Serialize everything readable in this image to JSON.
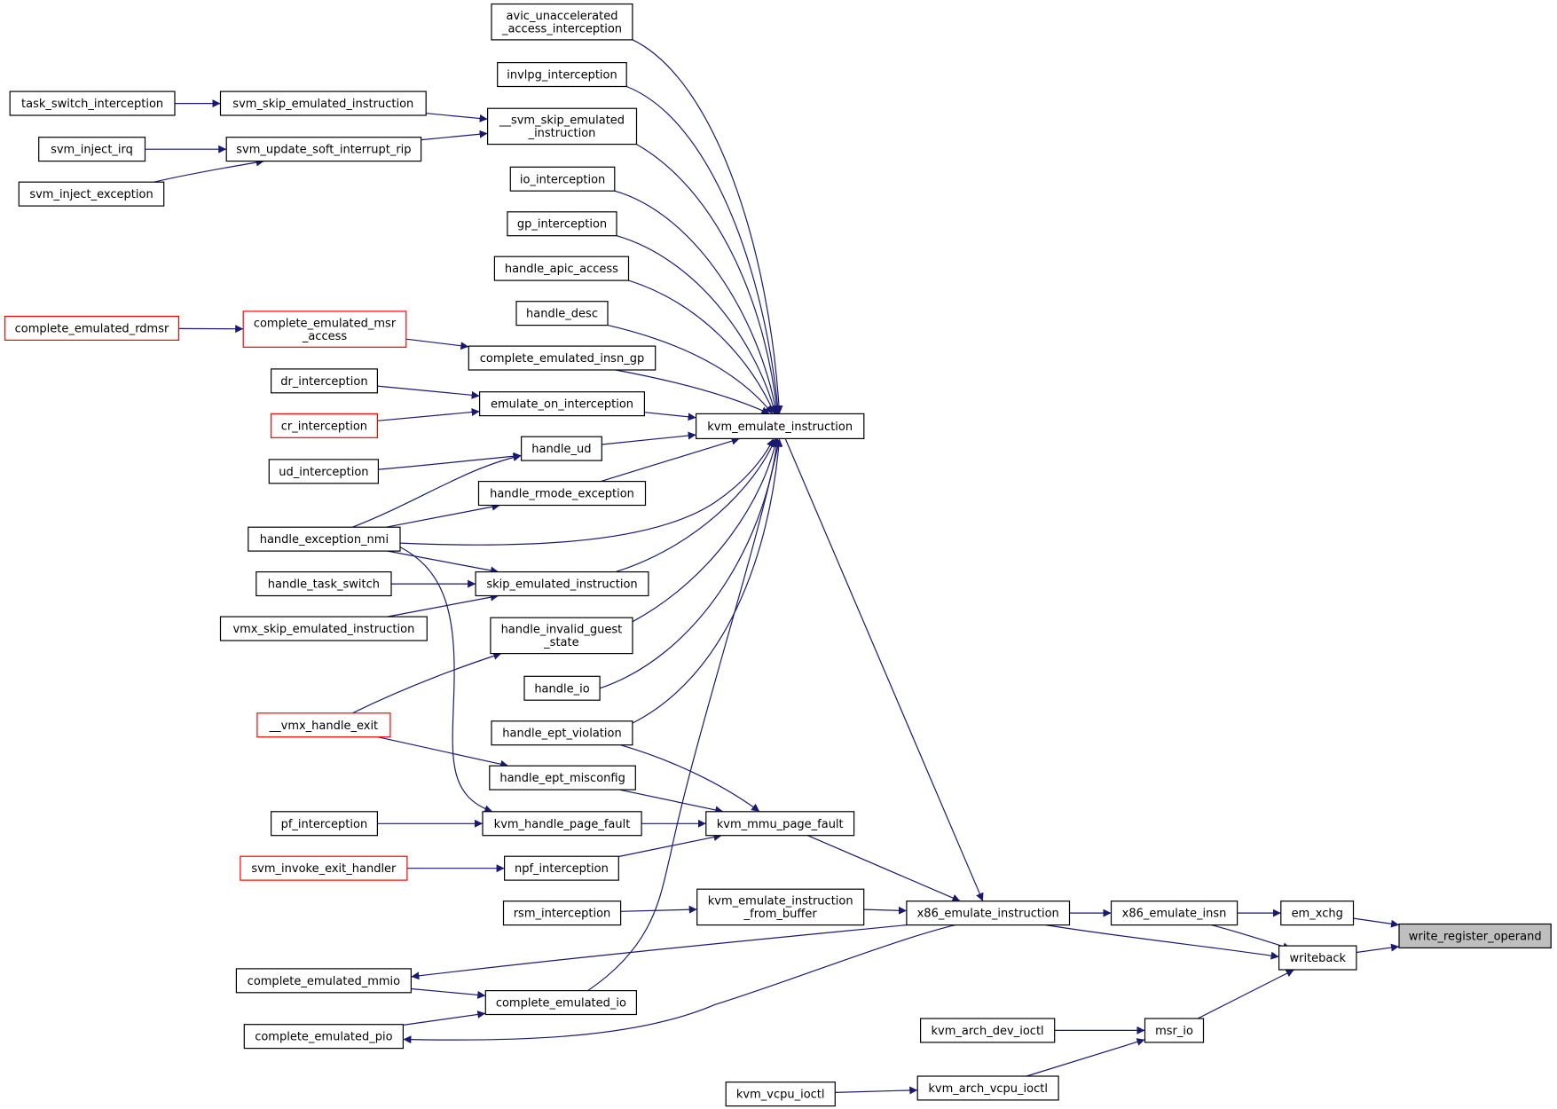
{
  "colors": {
    "edge": "#191970",
    "node_border": "#000000",
    "node_border_red": "#ff0000",
    "node_fill": "#ffffff",
    "root_fill": "#bfbfbf"
  },
  "nodes": [
    {
      "id": "write_register_operand",
      "lines": [
        "write_register_operand"
      ],
      "style": "root"
    },
    {
      "id": "em_xchg",
      "lines": [
        "em_xchg"
      ],
      "style": "normal"
    },
    {
      "id": "writeback",
      "lines": [
        "writeback"
      ],
      "style": "normal"
    },
    {
      "id": "x86_emulate_insn",
      "lines": [
        "x86_emulate_insn"
      ],
      "style": "normal"
    },
    {
      "id": "msr_io",
      "lines": [
        "msr_io"
      ],
      "style": "normal"
    },
    {
      "id": "x86_emulate_instruction",
      "lines": [
        "x86_emulate_instruction"
      ],
      "style": "normal"
    },
    {
      "id": "kvm_arch_dev_ioctl",
      "lines": [
        "kvm_arch_dev_ioctl"
      ],
      "style": "normal"
    },
    {
      "id": "kvm_arch_vcpu_ioctl",
      "lines": [
        "kvm_arch_vcpu_ioctl"
      ],
      "style": "normal"
    },
    {
      "id": "kvm_vcpu_ioctl",
      "lines": [
        "kvm_vcpu_ioctl"
      ],
      "style": "normal"
    },
    {
      "id": "kvm_emulate_instruction",
      "lines": [
        "kvm_emulate_instruction"
      ],
      "style": "normal"
    },
    {
      "id": "kvm_mmu_page_fault",
      "lines": [
        "kvm_mmu_page_fault"
      ],
      "style": "normal"
    },
    {
      "id": "kvm_emulate_instruction_from_buffer",
      "lines": [
        "kvm_emulate_instruction",
        "_from_buffer"
      ],
      "style": "normal"
    },
    {
      "id": "complete_emulated_mmio",
      "lines": [
        "complete_emulated_mmio"
      ],
      "style": "normal"
    },
    {
      "id": "complete_emulated_pio",
      "lines": [
        "complete_emulated_pio"
      ],
      "style": "normal"
    },
    {
      "id": "complete_emulated_io",
      "lines": [
        "complete_emulated_io"
      ],
      "style": "normal"
    },
    {
      "id": "avic_unaccelerated_access_interception",
      "lines": [
        "avic_unaccelerated",
        "_access_interception"
      ],
      "style": "normal"
    },
    {
      "id": "invlpg_interception",
      "lines": [
        "invlpg_interception"
      ],
      "style": "normal"
    },
    {
      "id": "__svm_skip_emulated_instruction",
      "lines": [
        "__svm_skip_emulated",
        "_instruction"
      ],
      "style": "normal"
    },
    {
      "id": "io_interception",
      "lines": [
        "io_interception"
      ],
      "style": "normal"
    },
    {
      "id": "gp_interception",
      "lines": [
        "gp_interception"
      ],
      "style": "normal"
    },
    {
      "id": "handle_apic_access",
      "lines": [
        "handle_apic_access"
      ],
      "style": "normal"
    },
    {
      "id": "handle_desc",
      "lines": [
        "handle_desc"
      ],
      "style": "normal"
    },
    {
      "id": "complete_emulated_insn_gp",
      "lines": [
        "complete_emulated_insn_gp"
      ],
      "style": "normal"
    },
    {
      "id": "emulate_on_interception",
      "lines": [
        "emulate_on_interception"
      ],
      "style": "normal"
    },
    {
      "id": "handle_ud",
      "lines": [
        "handle_ud"
      ],
      "style": "normal"
    },
    {
      "id": "handle_rmode_exception",
      "lines": [
        "handle_rmode_exception"
      ],
      "style": "normal"
    },
    {
      "id": "skip_emulated_instruction",
      "lines": [
        "skip_emulated_instruction"
      ],
      "style": "normal"
    },
    {
      "id": "handle_invalid_guest_state",
      "lines": [
        "handle_invalid_guest",
        "_state"
      ],
      "style": "normal"
    },
    {
      "id": "handle_io",
      "lines": [
        "handle_io"
      ],
      "style": "normal"
    },
    {
      "id": "handle_ept_violation",
      "lines": [
        "handle_ept_violation"
      ],
      "style": "normal"
    },
    {
      "id": "handle_ept_misconfig",
      "lines": [
        "handle_ept_misconfig"
      ],
      "style": "normal"
    },
    {
      "id": "kvm_handle_page_fault",
      "lines": [
        "kvm_handle_page_fault"
      ],
      "style": "normal"
    },
    {
      "id": "npf_interception",
      "lines": [
        "npf_interception"
      ],
      "style": "normal"
    },
    {
      "id": "rsm_interception",
      "lines": [
        "rsm_interception"
      ],
      "style": "normal"
    },
    {
      "id": "svm_skip_emulated_instruction",
      "lines": [
        "svm_skip_emulated_instruction"
      ],
      "style": "normal"
    },
    {
      "id": "svm_update_soft_interrupt_rip",
      "lines": [
        "svm_update_soft_interrupt_rip"
      ],
      "style": "normal"
    },
    {
      "id": "complete_emulated_msr_access",
      "lines": [
        "complete_emulated_msr",
        "_access"
      ],
      "style": "red"
    },
    {
      "id": "dr_interception",
      "lines": [
        "dr_interception"
      ],
      "style": "normal"
    },
    {
      "id": "cr_interception",
      "lines": [
        "cr_interception"
      ],
      "style": "red"
    },
    {
      "id": "ud_interception",
      "lines": [
        "ud_interception"
      ],
      "style": "normal"
    },
    {
      "id": "handle_exception_nmi",
      "lines": [
        "handle_exception_nmi"
      ],
      "style": "normal"
    },
    {
      "id": "handle_task_switch",
      "lines": [
        "handle_task_switch"
      ],
      "style": "normal"
    },
    {
      "id": "vmx_skip_emulated_instruction",
      "lines": [
        "vmx_skip_emulated_instruction"
      ],
      "style": "normal"
    },
    {
      "id": "__vmx_handle_exit",
      "lines": [
        "__vmx_handle_exit"
      ],
      "style": "red"
    },
    {
      "id": "pf_interception",
      "lines": [
        "pf_interception"
      ],
      "style": "normal"
    },
    {
      "id": "svm_invoke_exit_handler",
      "lines": [
        "svm_invoke_exit_handler"
      ],
      "style": "red"
    },
    {
      "id": "task_switch_interception",
      "lines": [
        "task_switch_interception"
      ],
      "style": "normal"
    },
    {
      "id": "svm_inject_irq",
      "lines": [
        "svm_inject_irq"
      ],
      "style": "normal"
    },
    {
      "id": "svm_inject_exception",
      "lines": [
        "svm_inject_exception"
      ],
      "style": "normal"
    },
    {
      "id": "complete_emulated_rdmsr",
      "lines": [
        "complete_emulated_rdmsr"
      ],
      "style": "red"
    }
  ],
  "edges": [
    {
      "from": "em_xchg",
      "to": "write_register_operand"
    },
    {
      "from": "writeback",
      "to": "write_register_operand"
    },
    {
      "from": "x86_emulate_insn",
      "to": "em_xchg"
    },
    {
      "from": "x86_emulate_insn",
      "to": "writeback"
    },
    {
      "from": "x86_emulate_instruction",
      "to": "writeback"
    },
    {
      "from": "msr_io",
      "to": "writeback"
    },
    {
      "from": "x86_emulate_instruction",
      "to": "x86_emulate_insn"
    },
    {
      "from": "kvm_arch_dev_ioctl",
      "to": "msr_io"
    },
    {
      "from": "kvm_arch_vcpu_ioctl",
      "to": "msr_io"
    },
    {
      "from": "kvm_vcpu_ioctl",
      "to": "kvm_arch_vcpu_ioctl"
    },
    {
      "from": "kvm_emulate_instruction",
      "to": "x86_emulate_instruction"
    },
    {
      "from": "kvm_mmu_page_fault",
      "to": "x86_emulate_instruction"
    },
    {
      "from": "kvm_emulate_instruction_from_buffer",
      "to": "x86_emulate_instruction"
    },
    {
      "from": "x86_emulate_instruction",
      "to": "complete_emulated_mmio"
    },
    {
      "from": "x86_emulate_instruction",
      "to": "complete_emulated_pio"
    },
    {
      "from": "avic_unaccelerated_access_interception",
      "to": "kvm_emulate_instruction"
    },
    {
      "from": "invlpg_interception",
      "to": "kvm_emulate_instruction"
    },
    {
      "from": "__svm_skip_emulated_instruction",
      "to": "kvm_emulate_instruction"
    },
    {
      "from": "io_interception",
      "to": "kvm_emulate_instruction"
    },
    {
      "from": "gp_interception",
      "to": "kvm_emulate_instruction"
    },
    {
      "from": "handle_apic_access",
      "to": "kvm_emulate_instruction"
    },
    {
      "from": "handle_desc",
      "to": "kvm_emulate_instruction"
    },
    {
      "from": "complete_emulated_insn_gp",
      "to": "kvm_emulate_instruction"
    },
    {
      "from": "emulate_on_interception",
      "to": "kvm_emulate_instruction"
    },
    {
      "from": "handle_ud",
      "to": "kvm_emulate_instruction"
    },
    {
      "from": "handle_rmode_exception",
      "to": "kvm_emulate_instruction"
    },
    {
      "from": "handle_exception_nmi",
      "to": "kvm_emulate_instruction"
    },
    {
      "from": "skip_emulated_instruction",
      "to": "kvm_emulate_instruction"
    },
    {
      "from": "handle_invalid_guest_state",
      "to": "kvm_emulate_instruction"
    },
    {
      "from": "handle_io",
      "to": "kvm_emulate_instruction"
    },
    {
      "from": "handle_ept_violation",
      "to": "kvm_emulate_instruction"
    },
    {
      "from": "complete_emulated_io",
      "to": "kvm_emulate_instruction"
    },
    {
      "from": "handle_ept_violation",
      "to": "kvm_mmu_page_fault"
    },
    {
      "from": "handle_ept_misconfig",
      "to": "kvm_mmu_page_fault"
    },
    {
      "from": "kvm_handle_page_fault",
      "to": "kvm_mmu_page_fault"
    },
    {
      "from": "npf_interception",
      "to": "kvm_mmu_page_fault"
    },
    {
      "from": "rsm_interception",
      "to": "kvm_emulate_instruction_from_buffer"
    },
    {
      "from": "complete_emulated_mmio",
      "to": "complete_emulated_io"
    },
    {
      "from": "complete_emulated_pio",
      "to": "complete_emulated_io"
    },
    {
      "from": "svm_skip_emulated_instruction",
      "to": "__svm_skip_emulated_instruction"
    },
    {
      "from": "svm_update_soft_interrupt_rip",
      "to": "__svm_skip_emulated_instruction"
    },
    {
      "from": "complete_emulated_msr_access",
      "to": "complete_emulated_insn_gp"
    },
    {
      "from": "dr_interception",
      "to": "emulate_on_interception"
    },
    {
      "from": "cr_interception",
      "to": "emulate_on_interception"
    },
    {
      "from": "ud_interception",
      "to": "handle_ud"
    },
    {
      "from": "handle_exception_nmi",
      "to": "handle_ud"
    },
    {
      "from": "handle_exception_nmi",
      "to": "handle_rmode_exception"
    },
    {
      "from": "handle_exception_nmi",
      "to": "skip_emulated_instruction"
    },
    {
      "from": "handle_task_switch",
      "to": "skip_emulated_instruction"
    },
    {
      "from": "vmx_skip_emulated_instruction",
      "to": "skip_emulated_instruction"
    },
    {
      "from": "__vmx_handle_exit",
      "to": "handle_invalid_guest_state"
    },
    {
      "from": "__vmx_handle_exit",
      "to": "handle_ept_misconfig"
    },
    {
      "from": "handle_exception_nmi",
      "to": "kvm_handle_page_fault"
    },
    {
      "from": "pf_interception",
      "to": "kvm_handle_page_fault"
    },
    {
      "from": "svm_invoke_exit_handler",
      "to": "npf_interception"
    },
    {
      "from": "task_switch_interception",
      "to": "svm_skip_emulated_instruction"
    },
    {
      "from": "svm_inject_irq",
      "to": "svm_update_soft_interrupt_rip"
    },
    {
      "from": "svm_inject_exception",
      "to": "svm_update_soft_interrupt_rip"
    },
    {
      "from": "complete_emulated_rdmsr",
      "to": "complete_emulated_msr_access"
    }
  ]
}
